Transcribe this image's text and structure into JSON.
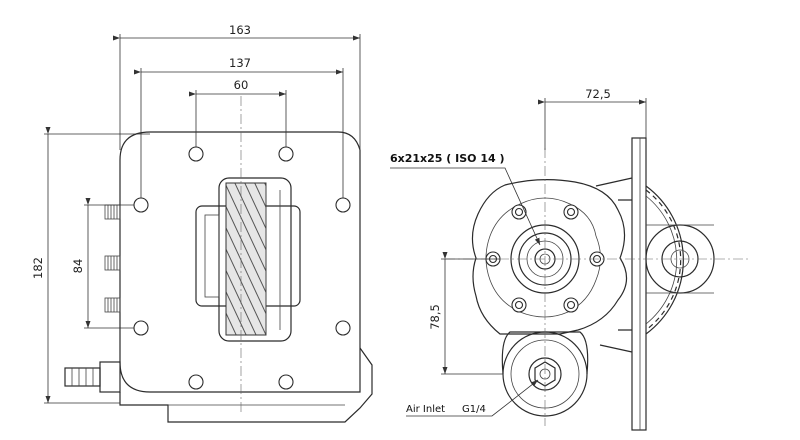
{
  "dimensions": {
    "overall_width": "163",
    "hole_span_width": "137",
    "inner_hole_span": "60",
    "overall_height": "182",
    "side_hole_span": "84",
    "shaft_offset": "72,5",
    "air_inlet_height": "78,5"
  },
  "labels": {
    "spline_spec": "6x21x25 ( ISO 14 )",
    "air_inlet": "Air Inlet",
    "thread_size": "G1/4"
  }
}
